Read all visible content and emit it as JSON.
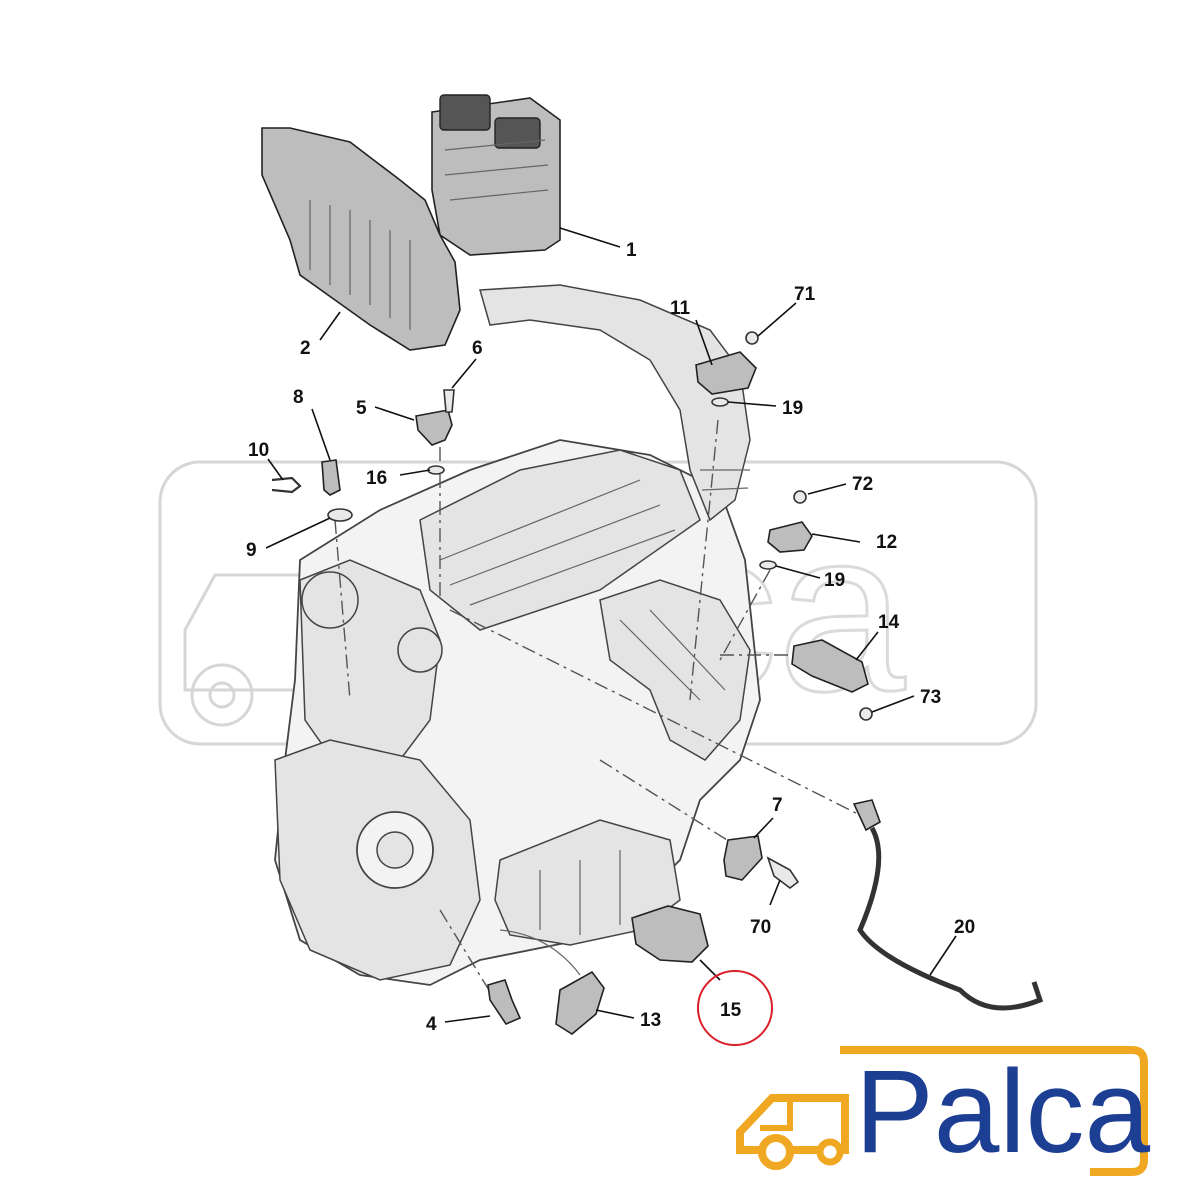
{
  "callouts": [
    {
      "id": "1",
      "label": "1"
    },
    {
      "id": "2",
      "label": "2"
    },
    {
      "id": "4",
      "label": "4"
    },
    {
      "id": "5",
      "label": "5"
    },
    {
      "id": "6",
      "label": "6"
    },
    {
      "id": "7",
      "label": "7"
    },
    {
      "id": "8",
      "label": "8"
    },
    {
      "id": "9",
      "label": "9"
    },
    {
      "id": "10",
      "label": "10"
    },
    {
      "id": "11",
      "label": "11"
    },
    {
      "id": "12",
      "label": "12"
    },
    {
      "id": "13",
      "label": "13"
    },
    {
      "id": "14",
      "label": "14"
    },
    {
      "id": "15",
      "label": "15"
    },
    {
      "id": "16",
      "label": "16"
    },
    {
      "id": "19a",
      "label": "19"
    },
    {
      "id": "19b",
      "label": "19"
    },
    {
      "id": "20",
      "label": "20"
    },
    {
      "id": "70",
      "label": "70"
    },
    {
      "id": "71",
      "label": "71"
    },
    {
      "id": "72",
      "label": "72"
    },
    {
      "id": "73",
      "label": "73"
    }
  ],
  "highlighted_part": "15",
  "logo": {
    "text": "Palca",
    "icon": "truck-icon"
  },
  "watermark": {
    "text": "Palca"
  },
  "colors": {
    "logo_blue": "#1d3f93",
    "logo_orange": "#f0a823",
    "highlight_red": "#d9202a"
  }
}
